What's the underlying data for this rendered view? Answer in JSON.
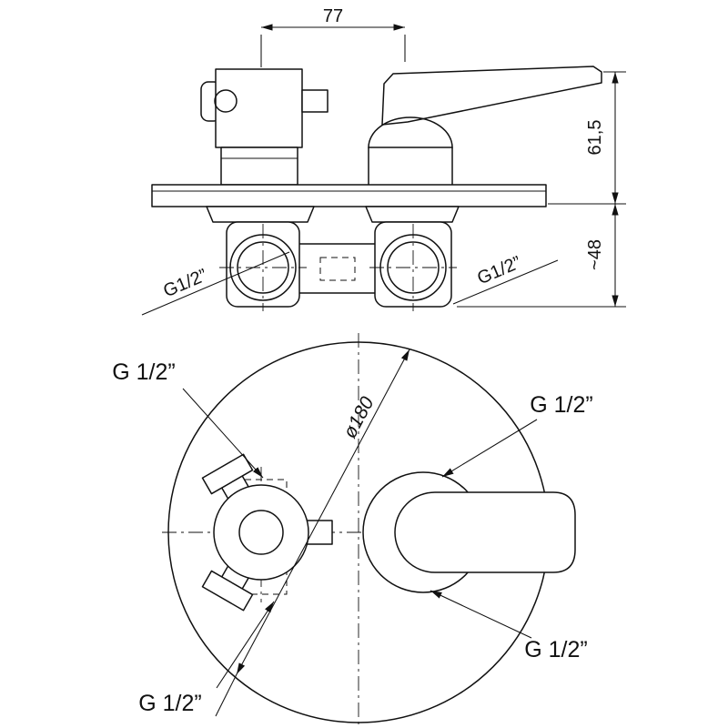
{
  "front_view": {
    "width_dim": "77",
    "height_dim": "61,5",
    "depth_dim": "~48",
    "thread_left": "G1/2”",
    "thread_right": "G1/2”"
  },
  "top_view": {
    "diameter_dim": "ø180",
    "thread_top_left": "G 1/2”",
    "thread_top_right": "G 1/2”",
    "thread_bottom_left": "G 1/2”",
    "thread_bottom_right": "G 1/2”"
  }
}
